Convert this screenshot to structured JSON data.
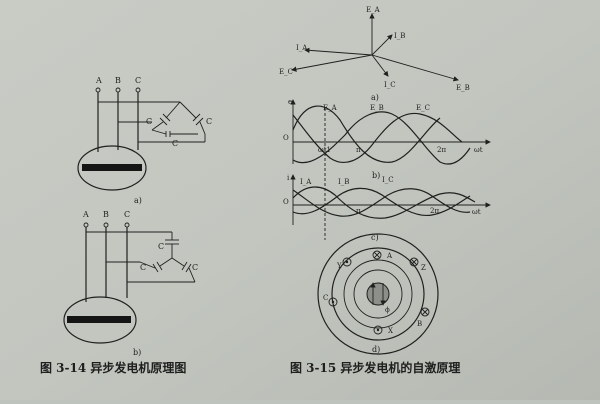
{
  "fig14": {
    "terminals": [
      "A",
      "B",
      "C"
    ],
    "cap": "C",
    "sub_a": "a)",
    "sub_b": "b)",
    "caption": "图 3-14    异步发电机原理图"
  },
  "fig15": {
    "caption": "图 3-15    异步发电机的自激原理",
    "phasor": {
      "labels": [
        "E_A",
        "I_B",
        "I_A",
        "E_C",
        "I_C",
        "E_B"
      ],
      "sub": "a)"
    },
    "wave_b": {
      "ylabel": "e",
      "origin": "O",
      "series": [
        "E_A",
        "E_B",
        "E_C"
      ],
      "ticks": [
        "ωt1",
        "π",
        "2π"
      ],
      "xlabel": "ωt",
      "sub": "b)"
    },
    "wave_c": {
      "ylabel": "i",
      "origin": "O",
      "series": [
        "I_A",
        "I_B",
        "I_C"
      ],
      "ticks": [
        "π",
        "2π"
      ],
      "xlabel": "ωt",
      "sub": "c)"
    },
    "machine": {
      "labels": [
        "Y",
        "A",
        "Z",
        "C",
        "B",
        "X"
      ],
      "flux": "ϕ",
      "sub": "d)"
    }
  }
}
